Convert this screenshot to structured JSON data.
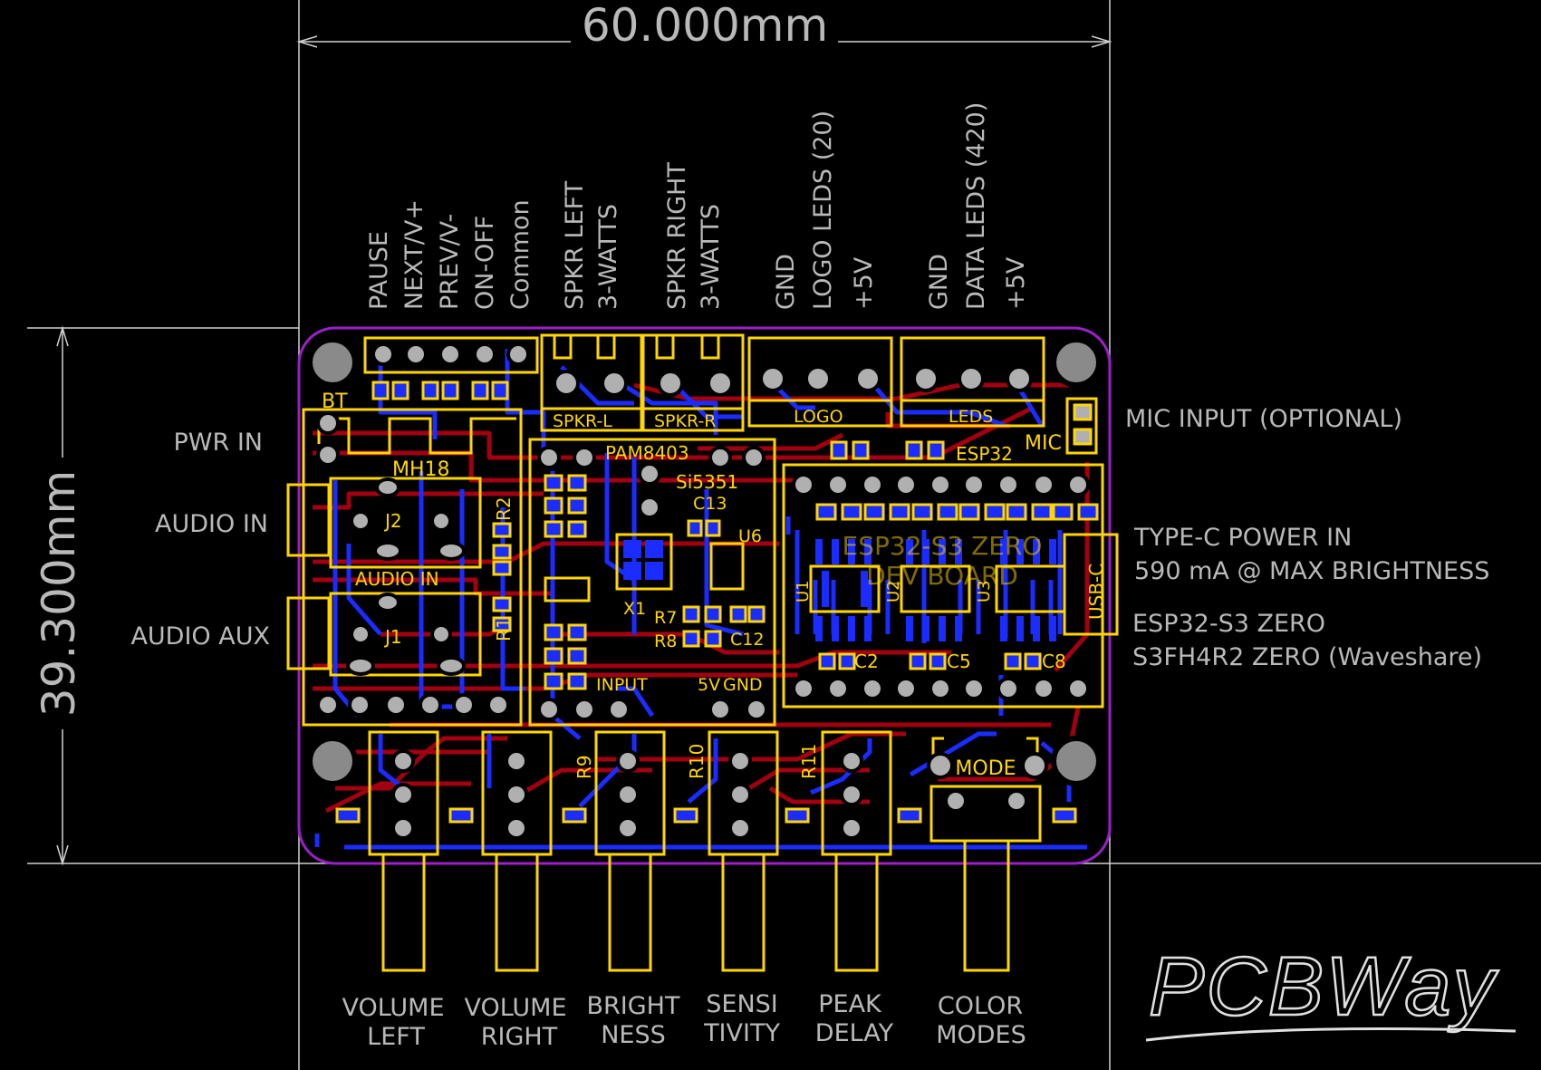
{
  "dimensions": {
    "width_label": "60.000mm",
    "height_label": "39.300mm"
  },
  "top_labels": {
    "buttons_header": [
      "PAUSE",
      "NEXT/V+",
      "PREV/V-",
      "ON-OFF",
      "Common"
    ],
    "speaker_left": [
      "SPKR LEFT",
      "3-WATTS"
    ],
    "speaker_right": [
      "SPKR RIGHT",
      "3-WATTS"
    ],
    "logo_header": [
      "GND",
      "LOGO LEDS (20)",
      "+5V"
    ],
    "data_header": [
      "GND",
      "DATA LEDS (420)",
      "+5V"
    ]
  },
  "left_labels": [
    "PWR IN",
    "AUDIO IN",
    "AUDIO AUX"
  ],
  "right_labels": {
    "mic": "MIC INPUT (OPTIONAL)",
    "power": [
      "TYPE-C POWER IN",
      "590 mA @ MAX BRIGHTNESS"
    ],
    "module": [
      "ESP32-S3 ZERO",
      "S3FH4R2 ZERO (Waveshare)"
    ]
  },
  "bottom_labels": [
    [
      "VOLUME",
      "LEFT"
    ],
    [
      "VOLUME",
      "RIGHT"
    ],
    [
      "BRIGHT",
      "NESS"
    ],
    [
      "SENSI",
      "TIVITY"
    ],
    [
      "PEAK",
      "DELAY"
    ],
    [
      "COLOR",
      "MODES"
    ]
  ],
  "silkscreen": {
    "bt": "BT",
    "mh18": "MH18",
    "j2": "J2",
    "j1": "J1",
    "audio_in": "AUDIO IN",
    "r1": "R1",
    "r2": "R2",
    "spkr_l": "SPKR-L",
    "spkr_r": "SPKR-R",
    "logo": "LOGO",
    "leds": "LEDS",
    "mic": "MIC",
    "esp32": "ESP32",
    "pam8403": "PAM8403",
    "si5351": "Si5351",
    "c13": "C13",
    "u6": "U6",
    "x1": "X1",
    "r7": "R7",
    "r8": "R8",
    "c12": "C12",
    "input": "INPUT",
    "five_v": "5V",
    "gnd": "GND",
    "module_line1": "ESP32-S3 ZERO",
    "module_line2": "DEV BOARD",
    "usb_c": "USB-C",
    "u1": "U1",
    "u2": "U2",
    "u3": "U3",
    "c2": "C2",
    "c5": "C5",
    "c8": "C8",
    "r9": "R9",
    "r10": "R10",
    "r11": "R11",
    "mode": "MODE"
  },
  "logo_text": "PCBWay",
  "colors": {
    "background": "#000000",
    "silkscreen": "#ffd600",
    "top_copper": "#a00010",
    "bottom_copper": "#1a2cff",
    "board_outline": "#9a20c8",
    "pads": "#b0b0b0",
    "dimension_lines": "#cfcfcf",
    "labels": "#b9b9b9"
  }
}
